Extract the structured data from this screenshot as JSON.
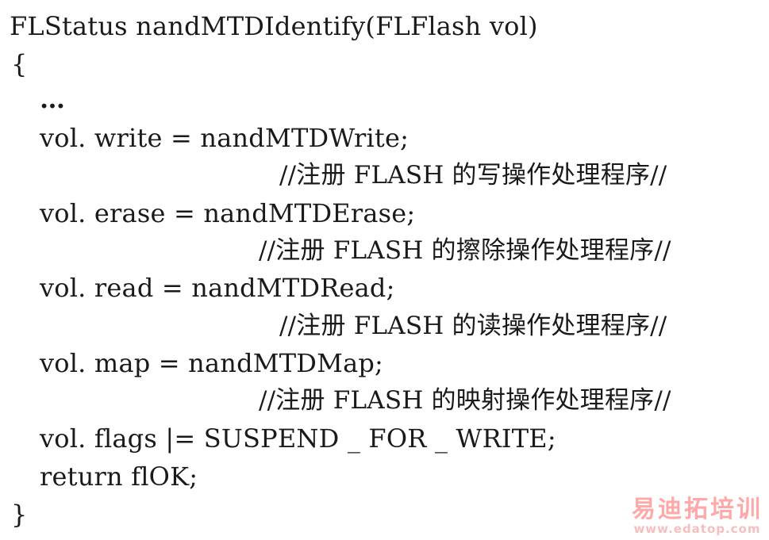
{
  "code": {
    "lines": [
      "FLStatus nandMTDIdentify(FLFlash vol)",
      "{",
      "…",
      "vol. write = nandMTDWrite;",
      "//注册 FLASH 的写操作处理程序//",
      "vol. erase = nandMTDErase;",
      "//注册 FLASH 的擦除操作处理程序//",
      "vol. read = nandMTDRead;",
      "//注册 FLASH 的读操作处理程序//",
      "vol. map = nandMTDMap;",
      "//注册 FLASH 的映射操作处理程序//",
      "vol. flags |= SUSPEND _ FOR _ WRITE;",
      "return flOK;",
      "}"
    ]
  },
  "watermark": {
    "brand": "易迪拓培训",
    "url": "www.edatop.com"
  }
}
